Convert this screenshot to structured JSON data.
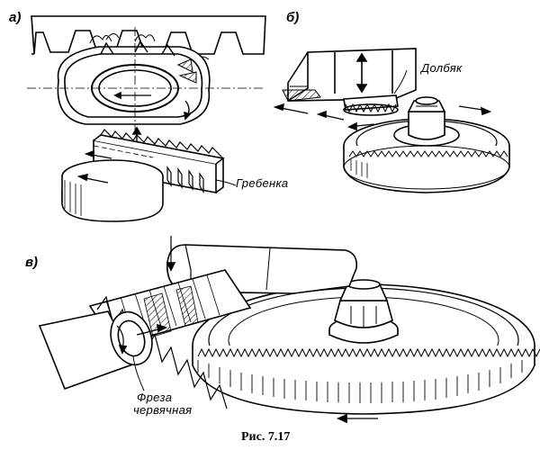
{
  "figure": {
    "caption": "Рис. 7.17",
    "panels": [
      {
        "letter": "а)",
        "parts": [
          {
            "label": "Гребенка"
          }
        ]
      },
      {
        "letter": "б)",
        "parts": [
          {
            "label": "Долбяк"
          }
        ]
      },
      {
        "letter": "в)",
        "parts": [
          {
            "label_line1": "Фреза",
            "label_line2": "червячная"
          }
        ]
      }
    ]
  },
  "colors": {
    "ink": "#000000",
    "paper": "#ffffff",
    "shade": "#cfcfcf"
  }
}
